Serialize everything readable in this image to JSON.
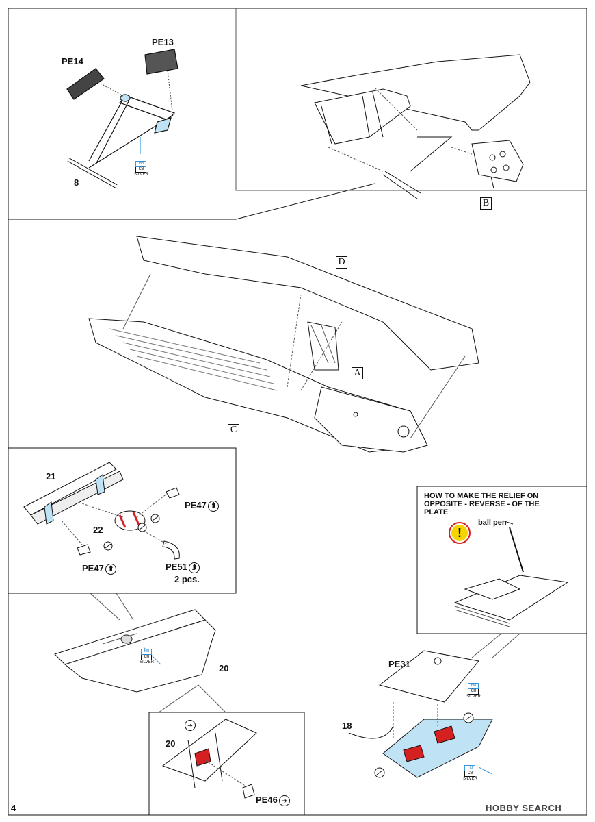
{
  "page_number": "4",
  "watermark": "HOBBY SEARCH",
  "box_labels": {
    "b": "B",
    "d": "D",
    "a": "A",
    "c": "C"
  },
  "parts": {
    "pe14": "PE14",
    "pe13": "PE13",
    "part8": "8",
    "part21": "21",
    "part22": "22",
    "pe47_a": "PE47",
    "pe47_b": "PE47",
    "pe51": "PE51",
    "two_pcs": "2 pcs.",
    "part20_a": "20",
    "part20_b": "20",
    "pe46": "PE46",
    "pe31": "PE31",
    "part18": "18"
  },
  "paint_codes": {
    "p1": {
      "h": "H8",
      "c": "C8",
      "name": "SILVER"
    },
    "p2": {
      "h": "H8",
      "c": "C8",
      "name": "SILVER"
    },
    "p3": {
      "h": "H8",
      "c": "C8",
      "name": "SILVER"
    },
    "p4": {
      "h": "H8",
      "c": "C8",
      "name": "SILVER"
    }
  },
  "relief_note": "HOW TO MAKE THE RELIEF ON OPPOSITE - REVERSE - OF THE PLATE",
  "tool": "ball pen",
  "icons": {
    "bend_up": "bend-up-icon",
    "bend_out": "arrow-right-icon",
    "warning": "exclamation-icon",
    "fold": "fold-icon"
  },
  "colors": {
    "paint_blue": "#3a9ad9",
    "highlight_red": "#d42020",
    "part_blue": "#bfe3f5",
    "outline": "#111111"
  }
}
